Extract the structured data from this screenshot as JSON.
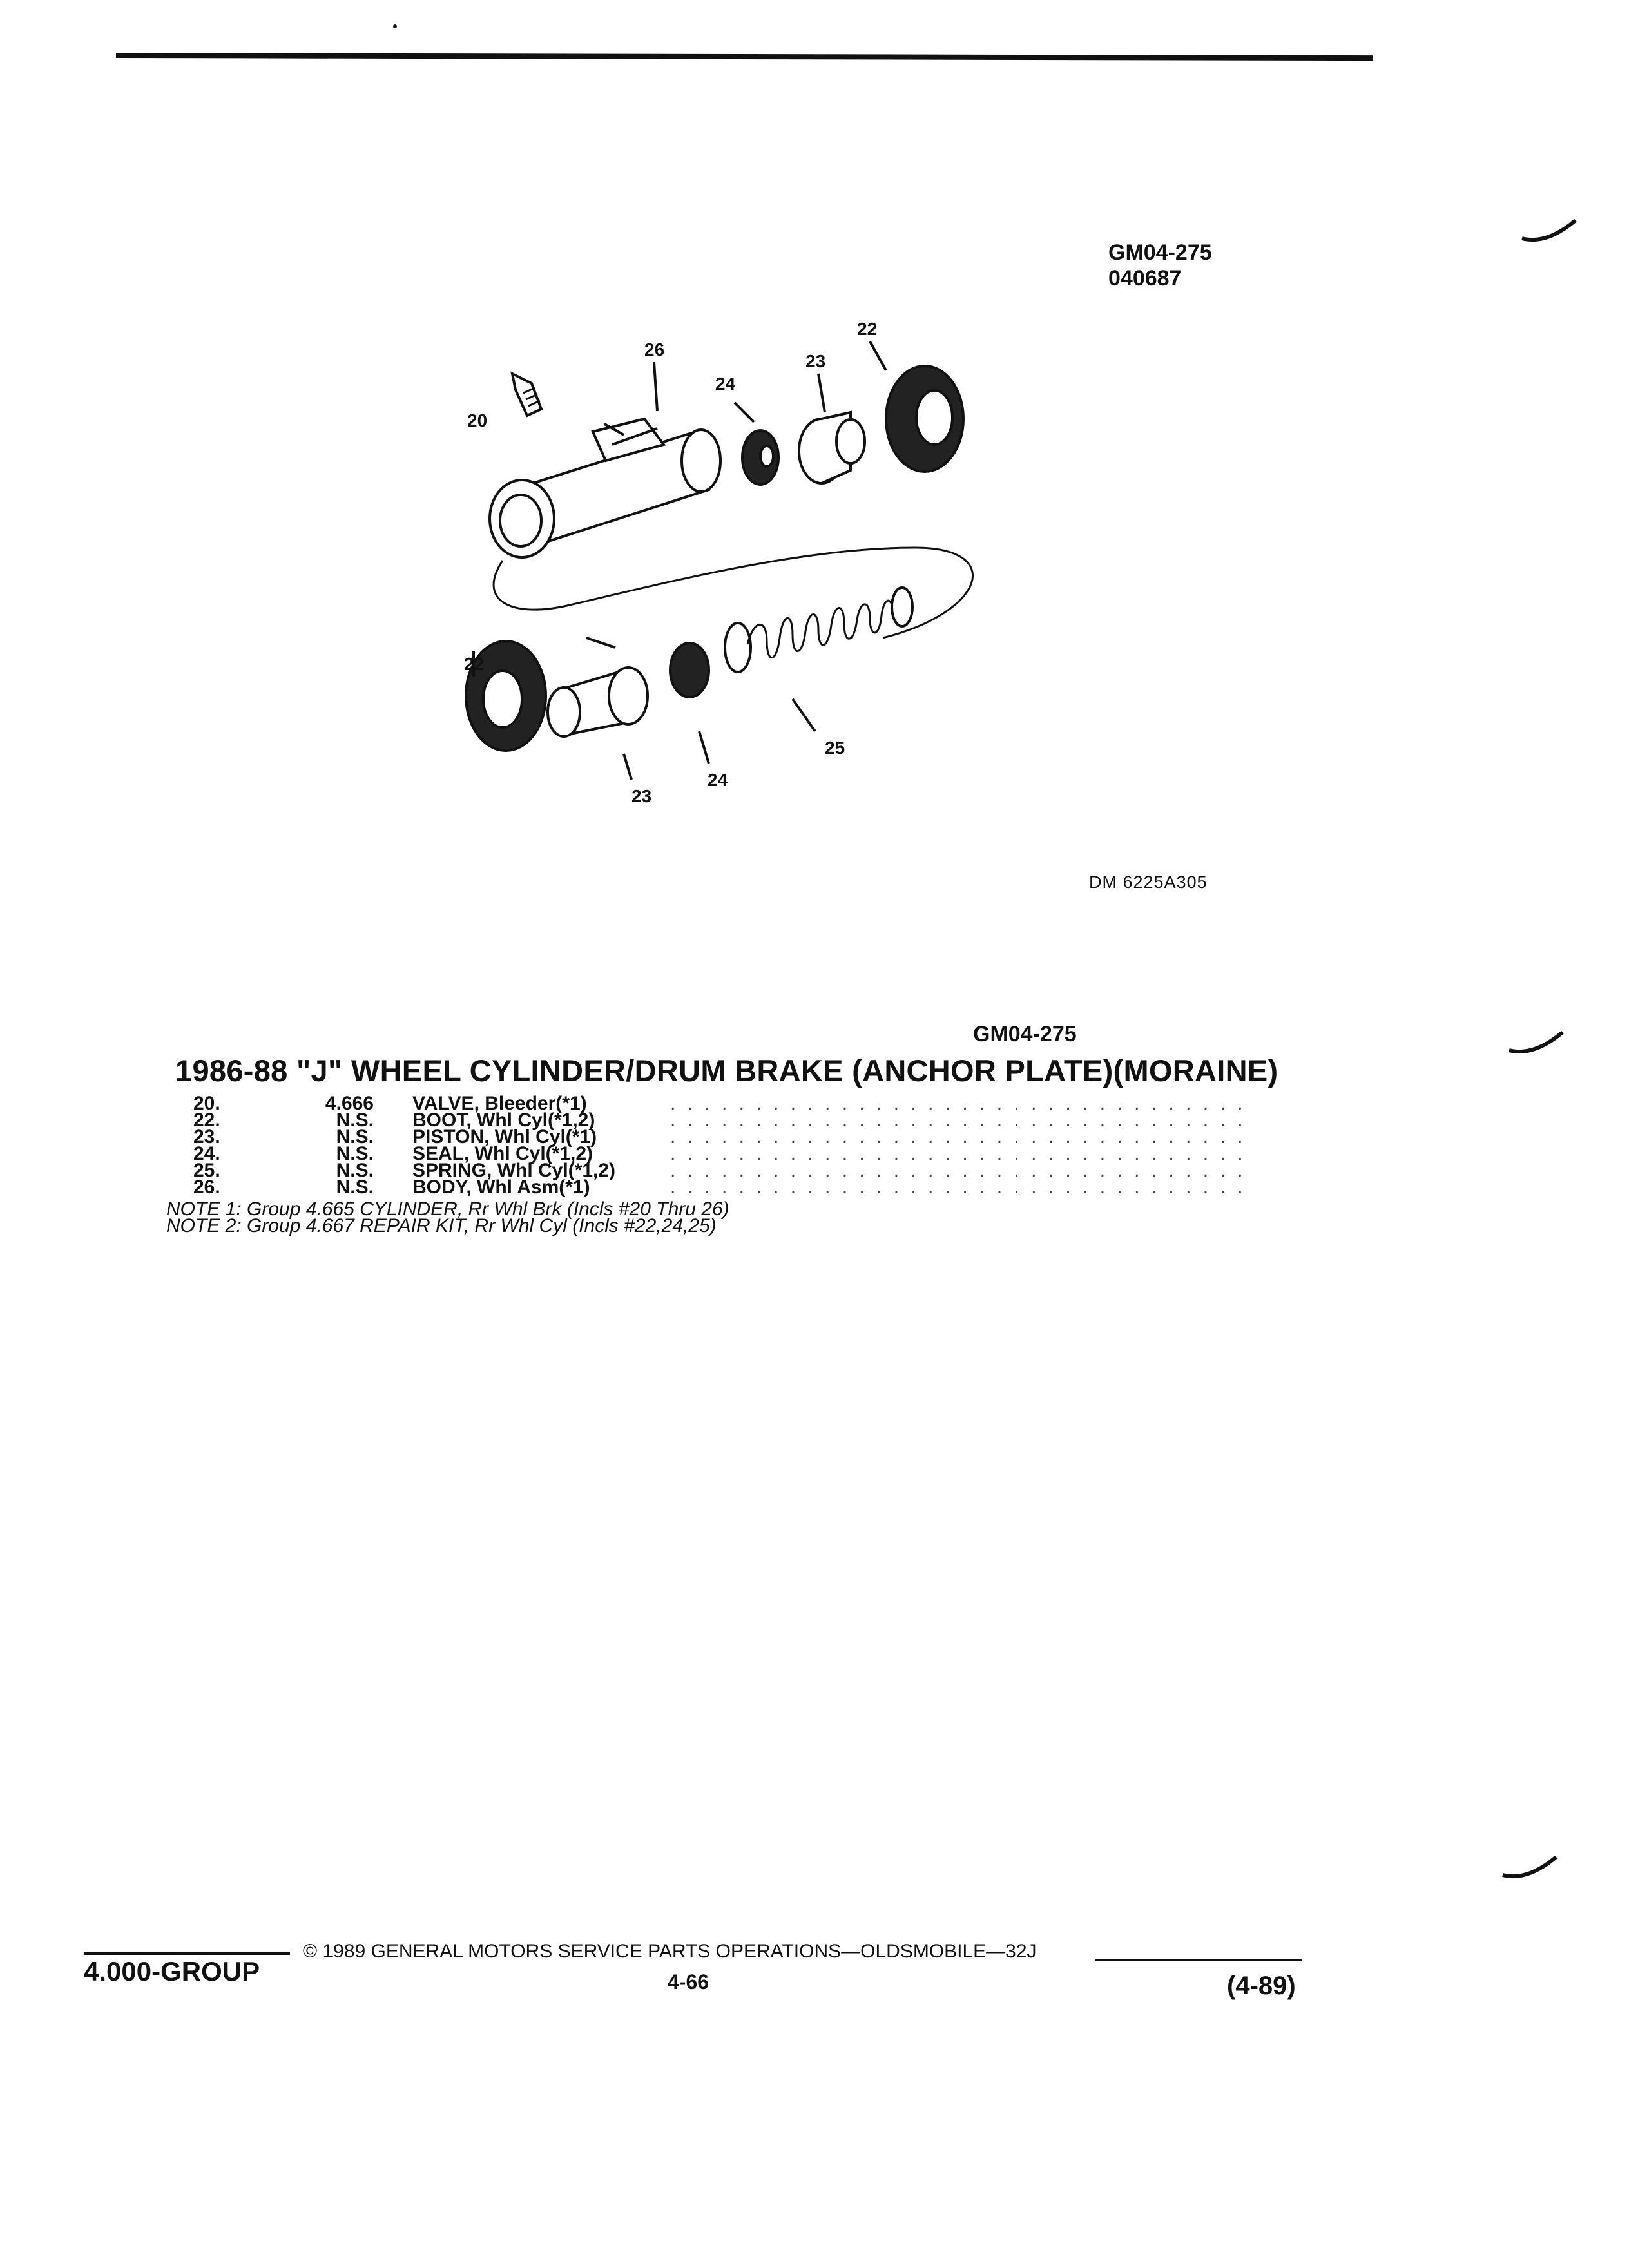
{
  "header": {
    "code_top": "GM04-275",
    "date_code": "040687"
  },
  "diagram": {
    "callouts": [
      "20",
      "26",
      "24",
      "23",
      "22",
      "22",
      "23",
      "24",
      "25"
    ],
    "drawing_number": "DM 6225A305"
  },
  "section": {
    "code": "GM04-275",
    "title": "1986-88 \"J\" WHEEL CYLINDER/DRUM BRAKE (ANCHOR PLATE)(MORAINE)"
  },
  "parts": [
    {
      "ref": "20.",
      "group": "4.666",
      "desc": "VALVE, Bleeder(*1)"
    },
    {
      "ref": "22.",
      "group": "N.S.",
      "desc": "BOOT, Whl Cyl(*1,2)"
    },
    {
      "ref": "23.",
      "group": "N.S.",
      "desc": "PISTON, Whl Cyl(*1)"
    },
    {
      "ref": "24.",
      "group": "N.S.",
      "desc": "SEAL, Whl Cyl(*1,2)"
    },
    {
      "ref": "25.",
      "group": "N.S.",
      "desc": "SPRING, Whl Cyl(*1,2)"
    },
    {
      "ref": "26.",
      "group": "N.S.",
      "desc": "BODY, Whl Asm(*1)"
    }
  ],
  "leader_dots": ". . . . . . . . . . . . . . . . . . . . . . . . . . . . . . . . . . . . . . . .",
  "notes": [
    "NOTE 1: Group 4.665 CYLINDER, Rr Whl Brk (Incls #20 Thru 26)",
    "NOTE 2: Group 4.667 REPAIR KIT, Rr Whl Cyl (Incls #22,24,25)"
  ],
  "footer": {
    "group": "4.000-GROUP",
    "copyright": "© 1989 GENERAL MOTORS SERVICE PARTS OPERATIONS—OLDSMOBILE—32J",
    "page": "4-66",
    "revision": "(4-89)"
  }
}
